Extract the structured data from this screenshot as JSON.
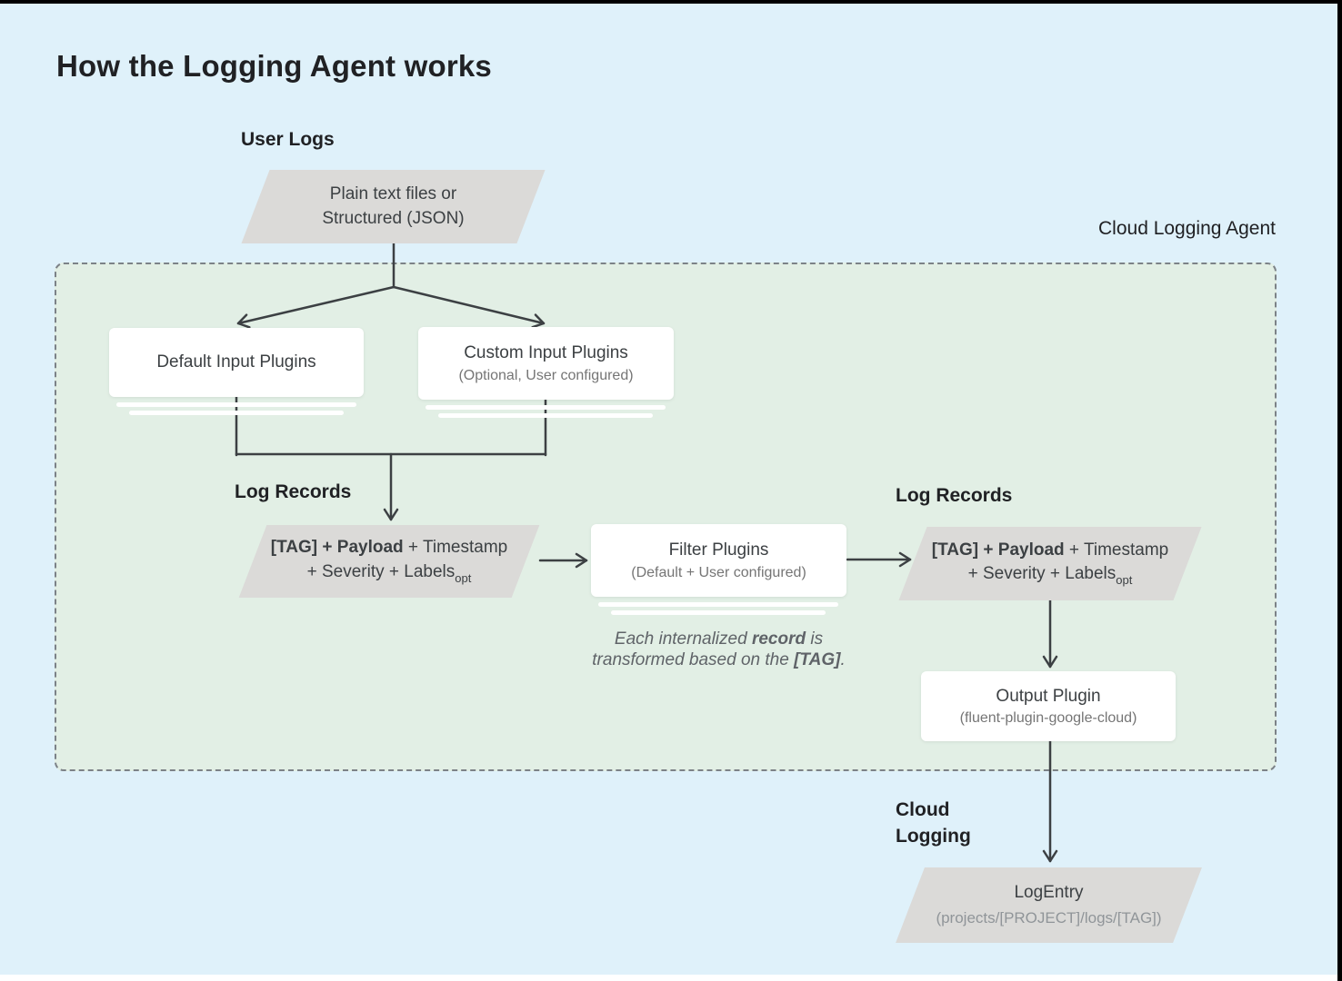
{
  "colors": {
    "background": "#DFF1FA",
    "agent_box_fill": "#E2EFE5",
    "agent_box_border": "#7C8287",
    "node_fill": "#FFFFFF",
    "parallelogram_fill": "#DBDAD8",
    "line": "#3C4043",
    "text_primary": "#3C4043",
    "text_secondary": "#757575",
    "title_text": "#202124"
  },
  "title": "How the Logging Agent works",
  "labels": {
    "user_logs": "User Logs",
    "cloud_logging_agent": "Cloud Logging Agent",
    "log_records_left": "Log Records",
    "log_records_right": "Log Records",
    "cloud_logging": {
      "line1": "Cloud",
      "line2": "Logging"
    }
  },
  "nodes": {
    "user_logs_source": {
      "line1": "Plain text files or",
      "line2": "Structured (JSON)"
    },
    "default_input_plugins": {
      "title": "Default Input Plugins"
    },
    "custom_input_plugins": {
      "title": "Custom Input Plugins",
      "subtitle": "(Optional, User configured)"
    },
    "log_record_left": {
      "bold": "[TAG] + Payload",
      "rest": " + Timestamp",
      "line2": "+ Severity + Labels",
      "sub": "opt"
    },
    "filter_plugins": {
      "title": "Filter Plugins",
      "subtitle": "(Default + User configured)"
    },
    "log_record_right": {
      "bold": "[TAG] + Payload",
      "rest": " + Timestamp",
      "line2": "+ Severity + Labels",
      "sub": "opt"
    },
    "output_plugin": {
      "title": "Output Plugin",
      "subtitle": "(fluent-plugin-google-cloud)"
    },
    "log_entry": {
      "title": "LogEntry",
      "subtitle": "(projects/[PROJECT]/logs/[TAG])"
    }
  },
  "note": {
    "l1a": "Each internalized ",
    "l1b": "record",
    "l1c": " is",
    "l2a": "transformed based on the ",
    "l2b": "[TAG]",
    "l2c": "."
  }
}
